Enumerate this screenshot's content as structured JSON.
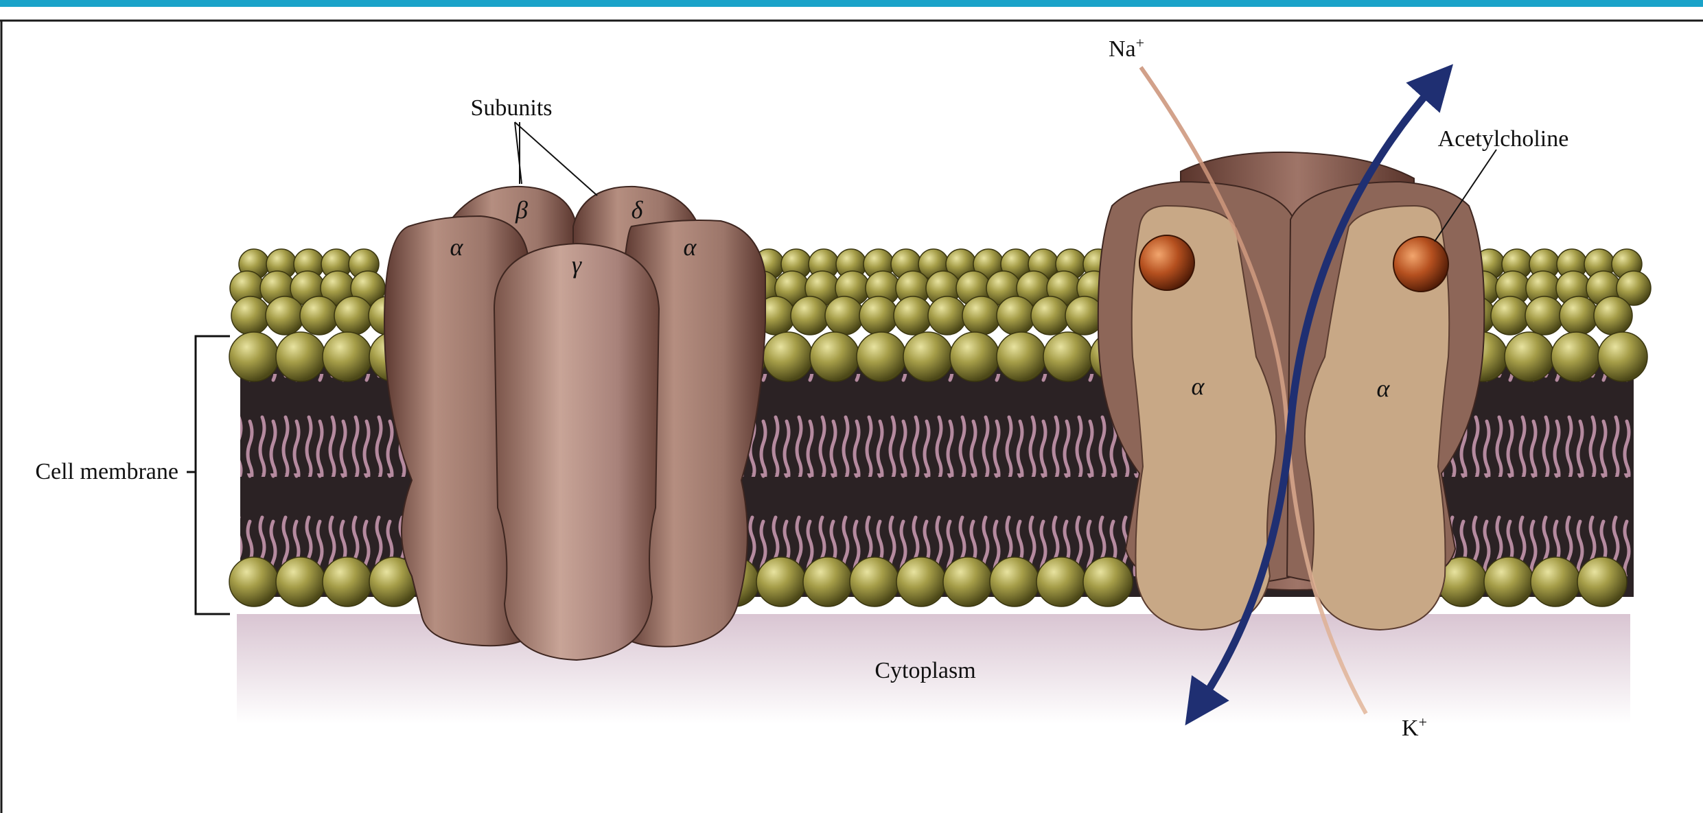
{
  "labels": {
    "subunits": "Subunits",
    "cell_membrane": "Cell membrane",
    "cytoplasm": "Cytoplasm",
    "acetylcholine": "Acetylcholine",
    "na_base": "Na",
    "k_base": "K",
    "plus": "+",
    "alpha": "α",
    "beta": "β",
    "gamma": "γ",
    "delta": "δ"
  },
  "colors": {
    "protein_dark": "#6e4a40",
    "protein_mid": "#9a7468",
    "protein_light": "#b08c7f",
    "channel_interior": "#c8a886",
    "lipid_head": "#8f8838",
    "lipid_tail": "#b58a9f",
    "membrane_core": "#2b2224",
    "ion_arrow": "#1f2f72",
    "ach_ball": "#b5501f",
    "page_frame": "#1a1a1a",
    "accent_bar": "#1aa3c9"
  }
}
